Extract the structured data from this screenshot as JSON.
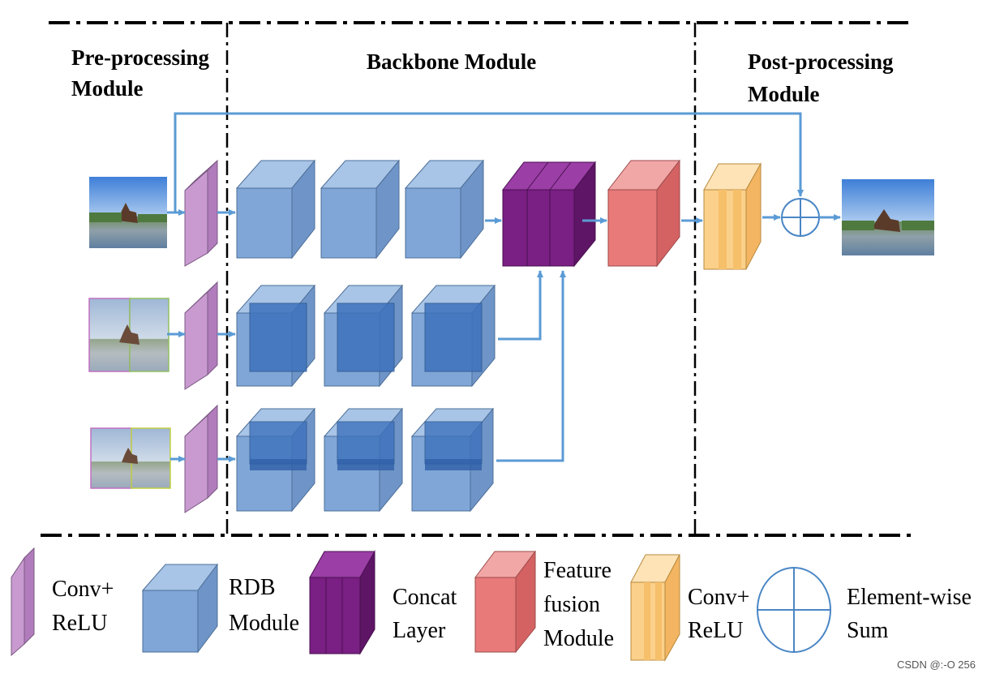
{
  "headers": {
    "pre": [
      "Pre-processing",
      "Module"
    ],
    "backbone": "Backbone Module",
    "post": [
      "Post-processing",
      "Module"
    ]
  },
  "legend": {
    "conv_relu": [
      "Conv+",
      "ReLU"
    ],
    "rdb": [
      "RDB",
      "Module"
    ],
    "concat": [
      "Concat",
      "Layer"
    ],
    "fusion": [
      "Feature",
      "fusion",
      "Module"
    ],
    "conv_relu_out": [
      "Conv+",
      "ReLU"
    ],
    "sum": [
      "Element-wise",
      "Sum"
    ]
  },
  "watermark": "CSDN @:-O   256",
  "colors": {
    "conv": "#c99ad0",
    "rdb": "#7fa6d6",
    "rdb_dark": "#3e72bd",
    "concat": "#7a1f84",
    "fusion": "#e87a7a",
    "out_conv": "#fbd08a",
    "arrow": "#5b9bd5"
  }
}
